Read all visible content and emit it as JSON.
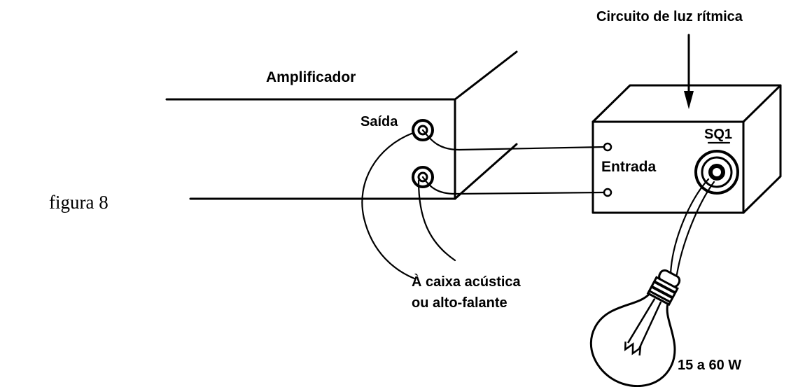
{
  "figure_label": "figura 8",
  "amplifier": {
    "title": "Amplificador",
    "output_label": "Saída"
  },
  "rhythmic_light_circuit": {
    "title": "Circuito de luz rítmica",
    "input_label": "Entrada",
    "socket_label": "SQ1"
  },
  "speaker_note": {
    "line1": "À caixa acústica",
    "line2": "ou alto-falante"
  },
  "lamp": {
    "power_label": "15 a 60 W"
  }
}
